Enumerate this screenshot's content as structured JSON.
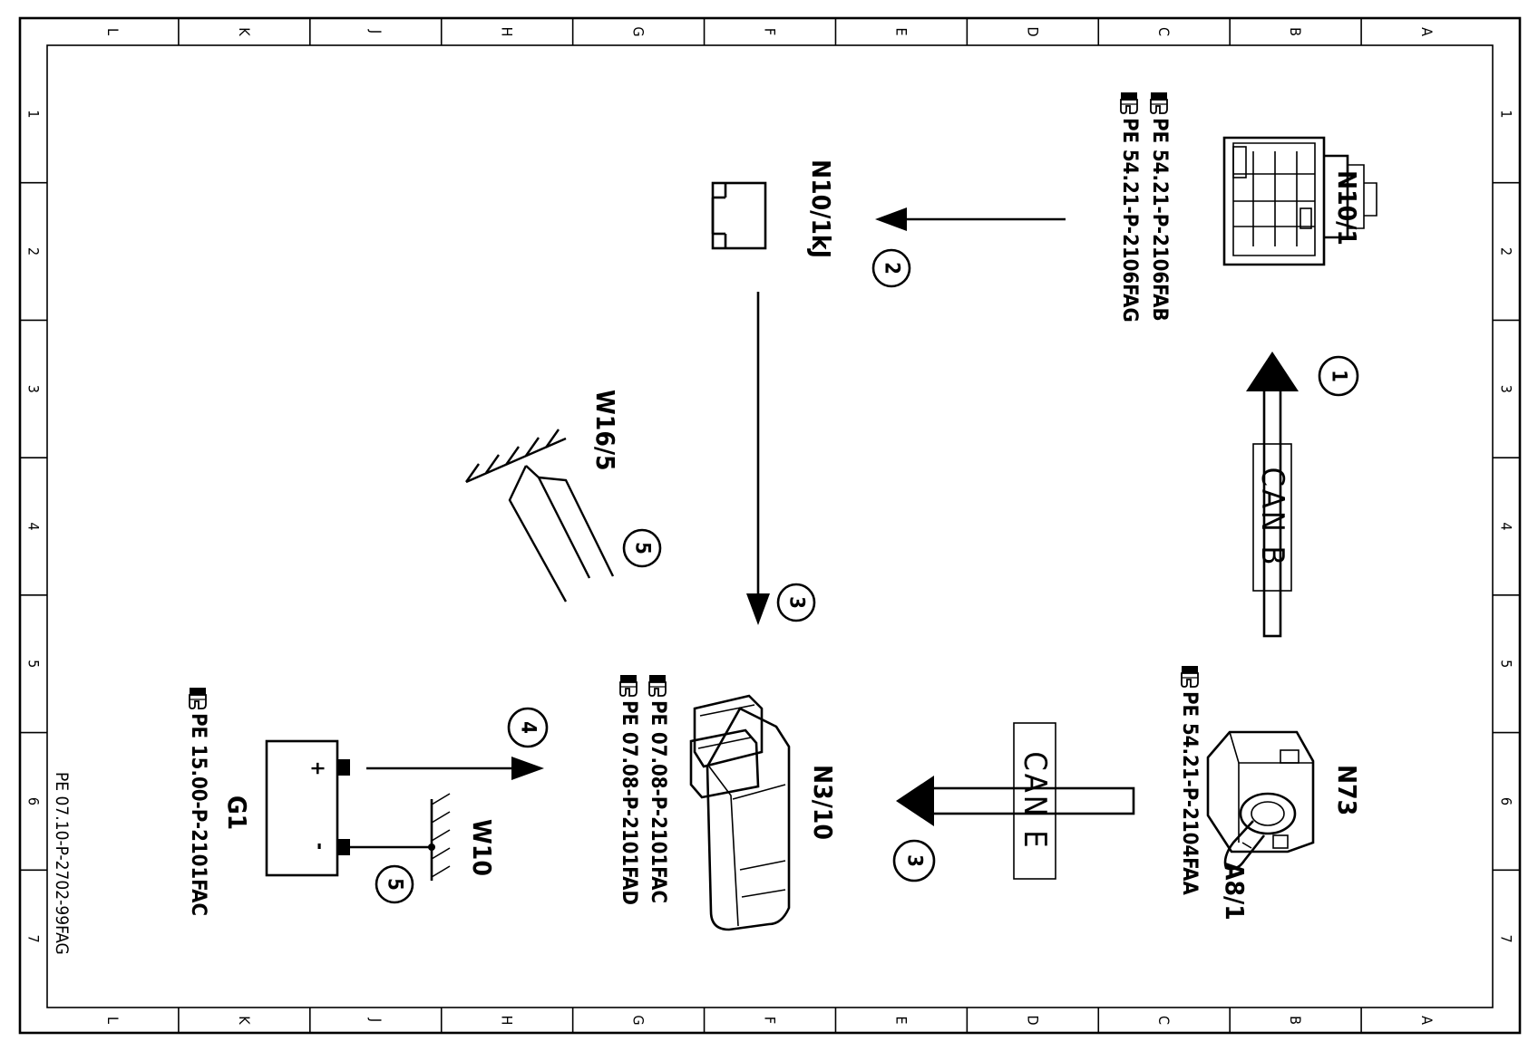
{
  "grid": {
    "columns": [
      "A",
      "B",
      "C",
      "D",
      "E",
      "F",
      "G",
      "H",
      "J",
      "K",
      "L"
    ],
    "rows": [
      "1",
      "2",
      "3",
      "4",
      "5",
      "6",
      "7"
    ]
  },
  "document_id": "PE 07.10-P-2702-99FAG",
  "buses": {
    "can_b": "CAN B",
    "can_e": "CAN E"
  },
  "components": {
    "n10_1": {
      "name": "N10/1",
      "refs": [
        "PE  54.21-P-2106FAB",
        "PE  54.21-P-2106FAG"
      ]
    },
    "n10_1kj": {
      "name": "N10/1kJ"
    },
    "n73": {
      "name": "N73",
      "sub": "A8/1",
      "refs": [
        "PE  54.21-P-2104FAA"
      ]
    },
    "n3_10": {
      "name": "N3/10",
      "refs": [
        "PE  07.08-P-2101FAC",
        "PE  07.08-P-2101FAD"
      ]
    },
    "w16_5": {
      "name": "W16/5"
    },
    "g1": {
      "name": "G1",
      "refs": [
        "PE  15.00-P-2101FAC"
      ],
      "plus": "+",
      "minus": "-"
    },
    "w10": {
      "name": "W10"
    }
  },
  "steps": [
    "1",
    "2",
    "3",
    "3",
    "4",
    "5",
    "5"
  ],
  "icons": {
    "reference": "pointing-hand-icon"
  }
}
